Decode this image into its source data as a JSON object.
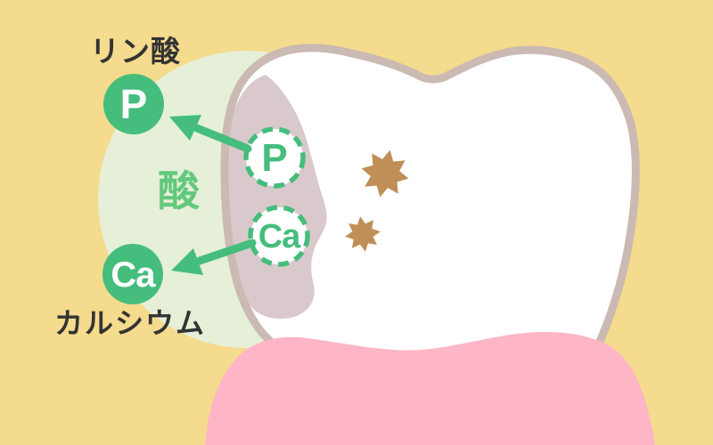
{
  "illustration": {
    "subject": "tooth demineralization by acid",
    "labels": {
      "phosphoric_acid": "リン酸",
      "calcium": "カルシウム",
      "acid": "酸"
    },
    "ions": {
      "phosphorus_symbol": "P",
      "calcium_symbol": "Ca"
    },
    "icons": [
      "plaque-star-icon-large",
      "plaque-star-icon-small"
    ],
    "colors": {
      "background": "#f4db8d",
      "acid_area": "#e6f0d8",
      "acid_text": "#62c87d",
      "tooth_fill": "#ffffff",
      "tooth_outline": "#cbb9b3",
      "demineralized_area": "#dac9cc",
      "gum": "#feb6c6",
      "ion_green": "#45bd7c",
      "plaque_star": "#c08f57",
      "label_text": "#333333"
    }
  }
}
